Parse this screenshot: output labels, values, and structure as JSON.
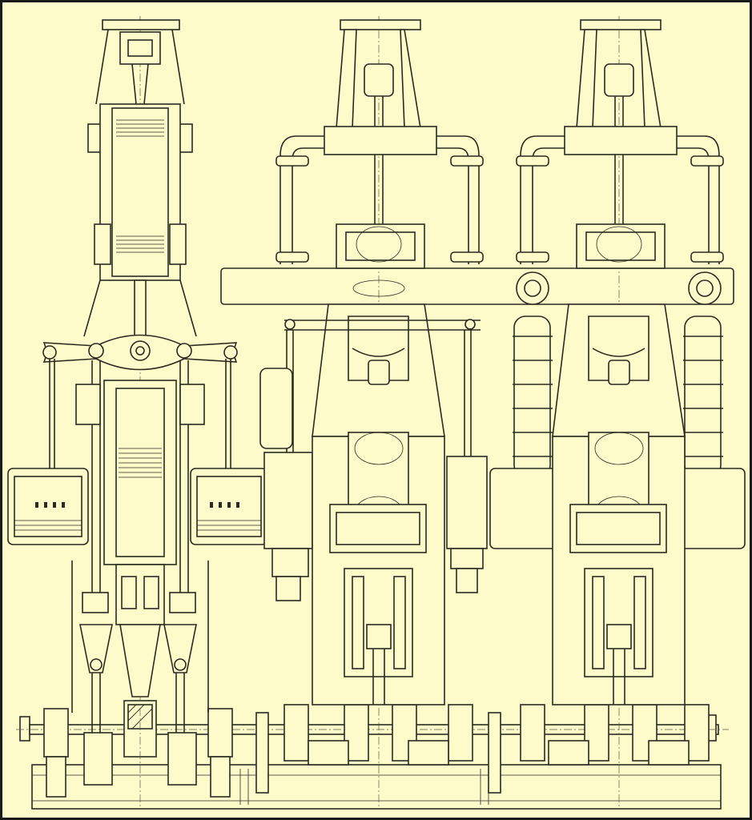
{
  "drawing": {
    "colors": {
      "paper": "#fdfbc9",
      "ink": "#2b2a20",
      "frame": "#1a1a1a"
    },
    "components": [
      "left-sectional-engine-unit",
      "middle-engine-unit",
      "right-engine-unit",
      "main-crankshaft",
      "bedplate",
      "horizontal-main-pipe"
    ]
  }
}
